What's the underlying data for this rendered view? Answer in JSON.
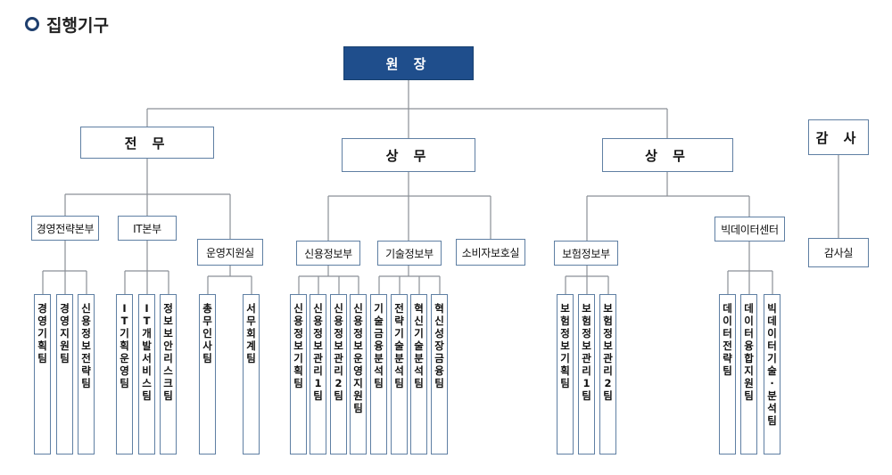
{
  "heading": {
    "title": "집행기구"
  },
  "chart": {
    "director": "원 장",
    "executive_director": "전 무",
    "managing_director_1": "상 무",
    "managing_director_2": "상 무",
    "auditor": "감 사",
    "departments": {
      "strategy": "경영전략본부",
      "it": "IT본부",
      "operations": "운영지원실",
      "credit_info": "신용정보부",
      "tech_info": "기술정보부",
      "consumer": "소비자보호실",
      "insurance_info": "보험정보부",
      "bigdata": "빅데이터센터",
      "audit_office": "감사실"
    },
    "teams": {
      "strategy": [
        "경영기획팀",
        "경영지원팀",
        "신용정보전략팀"
      ],
      "it": [
        "IT기획운영팀",
        "IT개발서비스팀",
        "정보보안리스크팀"
      ],
      "operations": [
        "총무인사팀",
        "서무회계팀"
      ],
      "credit_info": [
        "신용정보기획팀",
        "신용정보관리1팀",
        "신용정보관리2팀",
        "신용정보운영지원팀"
      ],
      "tech_info": [
        "기술금융분석팀",
        "전략기술분석팀",
        "혁신기술분석팀",
        "혁신성장금융팀"
      ],
      "insurance_info": [
        "보험정보기획팀",
        "보험정보관리1팀",
        "보험정보관리2팀"
      ],
      "bigdata": [
        "데이터전략팀",
        "데이터융합지원팀",
        "빅데이터기술·분석팀"
      ]
    }
  }
}
